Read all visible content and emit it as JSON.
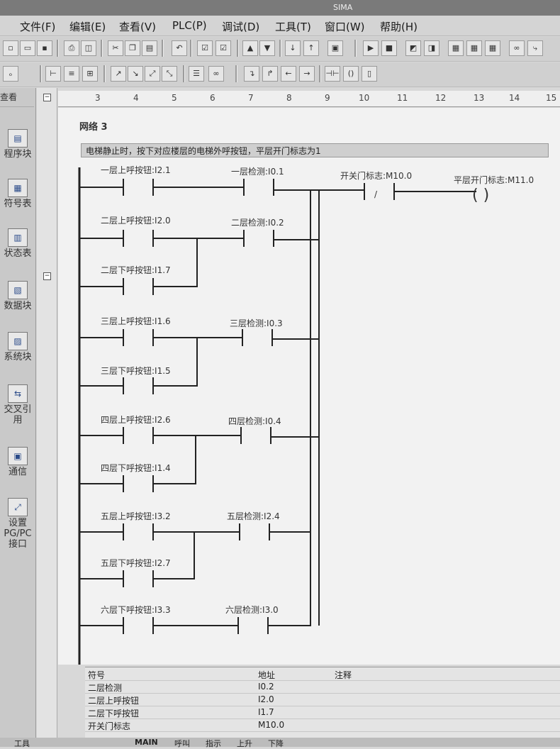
{
  "window": {
    "title": "SIMA"
  },
  "menu": [
    "文件(F)",
    "编辑(E)",
    "查看(V)",
    "PLC(P)",
    "调试(D)",
    "工具(T)",
    "窗口(W)",
    "帮助(H)"
  ],
  "sidebar": {
    "header": "查看",
    "items": [
      {
        "label": "程序块",
        "icon": "program-block-icon"
      },
      {
        "label": "符号表",
        "icon": "symbol-table-icon"
      },
      {
        "label": "状态表",
        "icon": "status-table-icon"
      },
      {
        "label": "数据块",
        "icon": "data-block-icon"
      },
      {
        "label": "系统块",
        "icon": "system-block-icon"
      },
      {
        "label": "交叉引用",
        "icon": "cross-reference-icon"
      },
      {
        "label": "通信",
        "icon": "communication-icon"
      },
      {
        "label": "设置PG/PC接口",
        "icon": "pgpc-interface-icon"
      }
    ]
  },
  "ruler": [
    "3",
    "4",
    "5",
    "6",
    "7",
    "8",
    "9",
    "10",
    "11",
    "12",
    "13",
    "14",
    "15"
  ],
  "network": {
    "title": "网络 3",
    "comment": "电梯静止时，按下对应楼层的电梯外呼按钮，平层开门标志为1",
    "output_contact": "开关门标志:M10.0",
    "coil": "平层开门标志:M11.0",
    "rungs": [
      {
        "buttons": [
          "一层上呼按钮:I2.1"
        ],
        "sensor": "一层检测:I0.1"
      },
      {
        "buttons": [
          "二层上呼按钮:I2.0",
          "二层下呼按钮:I1.7"
        ],
        "sensor": "二层检测:I0.2"
      },
      {
        "buttons": [
          "三层上呼按钮:I1.6",
          "三层下呼按钮:I1.5"
        ],
        "sensor": "三层检测:I0.3"
      },
      {
        "buttons": [
          "四层上呼按钮:I2.6",
          "四层下呼按钮:I1.4"
        ],
        "sensor": "四层检测:I0.4"
      },
      {
        "buttons": [
          "五层上呼按钮:I3.2",
          "五层下呼按钮:I2.7"
        ],
        "sensor": "五层检测:I2.4"
      },
      {
        "buttons": [
          "六层下呼按钮:I3.3"
        ],
        "sensor": "六层检测:I3.0"
      }
    ]
  },
  "symbol_table": {
    "headers": [
      "符号",
      "地址",
      "注释"
    ],
    "rows": [
      {
        "symbol": "二层检测",
        "address": "I0.2"
      },
      {
        "symbol": "二层上呼按钮",
        "address": "I2.0"
      },
      {
        "symbol": "二层下呼按钮",
        "address": "I1.7"
      },
      {
        "symbol": "开关门标志",
        "address": "M10.0"
      }
    ]
  },
  "tabs": [
    "工具",
    "MAIN",
    "呼叫",
    "指示",
    "上升",
    "下降"
  ]
}
